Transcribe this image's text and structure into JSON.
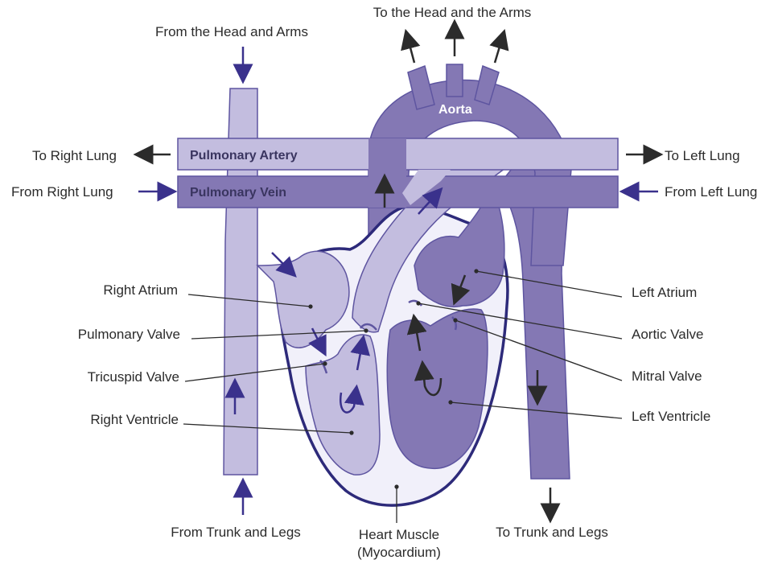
{
  "diagram": {
    "flows": {
      "from_head_arms": "From the Head and Arms",
      "to_head_arms": "To the Head and the Arms",
      "to_right_lung": "To Right Lung",
      "from_right_lung": "From Right Lung",
      "to_left_lung": "To Left Lung",
      "from_left_lung": "From Left Lung",
      "from_trunk_legs": "From Trunk and Legs",
      "to_trunk_legs": "To Trunk and Legs"
    },
    "vessels": {
      "aorta": "Aorta",
      "pulmonary_artery": "Pulmonary Artery",
      "pulmonary_vein": "Pulmonary Vein"
    },
    "structures": {
      "right_atrium": "Right Atrium",
      "pulmonary_valve": "Pulmonary Valve",
      "tricuspid_valve": "Tricuspid Valve",
      "right_ventricle": "Right Ventricle",
      "left_atrium": "Left Atrium",
      "aortic_valve": "Aortic Valve",
      "mitral_valve": "Mitral Valve",
      "left_ventricle": "Left Ventricle",
      "heart_muscle_line1": "Heart Muscle",
      "heart_muscle_line2": "(Myocardium)"
    },
    "colors": {
      "deoxygenated": "#c3bddf",
      "oxygenated": "#8478b4",
      "outline": "#5e55a0",
      "heart_wall": "#2d2a7a",
      "myocardium_fill": "#f1f0fa",
      "arrow_blue": "#3a318c",
      "arrow_dark": "#2b2b2b"
    }
  }
}
